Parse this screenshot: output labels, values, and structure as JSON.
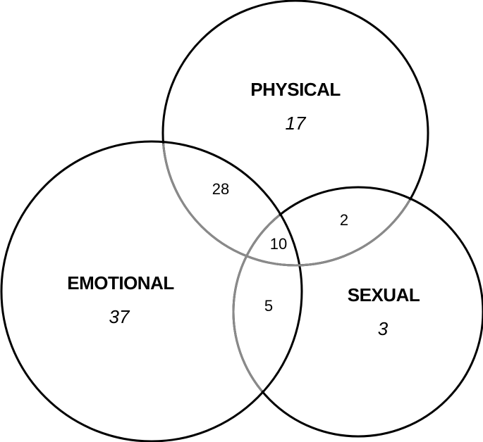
{
  "sets": {
    "physical": {
      "label": "PHYSICAL",
      "count": "17"
    },
    "emotional": {
      "label": "EMOTIONAL",
      "count": "37"
    },
    "sexual": {
      "label": "SEXUAL",
      "count": "3"
    }
  },
  "overlaps": {
    "physical_emotional": "28",
    "physical_sexual": "2",
    "emotional_sexual": "5",
    "all_three": "10"
  },
  "colors": {
    "circle_outline": "#000000",
    "overlap_outline": "#808080",
    "background": "#ffffff"
  }
}
